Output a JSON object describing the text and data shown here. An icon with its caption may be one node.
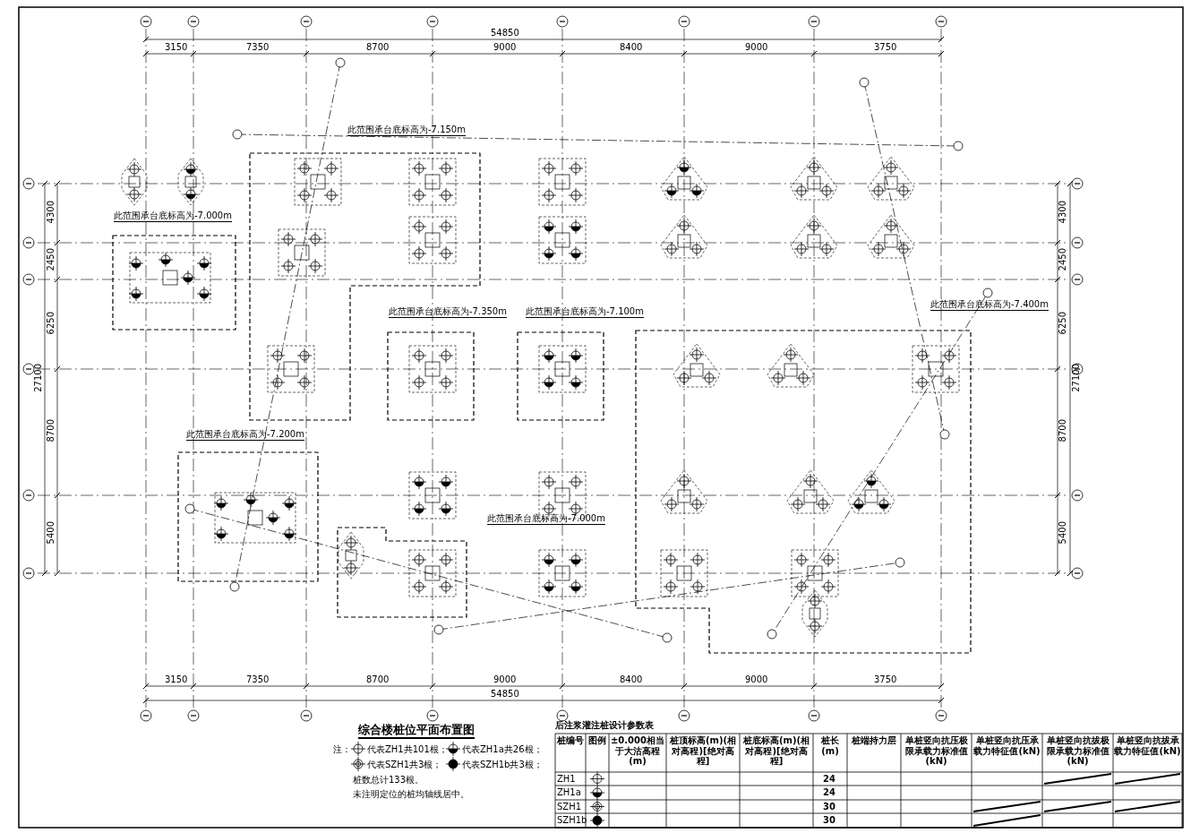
{
  "diagram": {
    "title": "综合楼桩位平面布置图",
    "nodes": [
      {
        "text": [
          "此范围承台底标高为-7.150m"
        ]
      },
      {
        "text": [
          "此范围承台底标高为-7.000m"
        ]
      },
      {
        "text": [
          "此范围承台底标高为-7.350m"
        ]
      },
      {
        "text": [
          "此范围承台底标高为-7.100m"
        ]
      },
      {
        "text": [
          "此范围承台底标高为-7.400m"
        ]
      },
      {
        "text": [
          "此范围承台底标高为-7.200m"
        ]
      },
      {
        "text": [
          "此范围承台底标高为-7.000m"
        ]
      }
    ],
    "labels": [
      "54850",
      "3150",
      "7350",
      "8700",
      "9000",
      "8400",
      "9000",
      "3750",
      "4300",
      "2450",
      "6250",
      "27100",
      "8700",
      "5400",
      "4300",
      "2450",
      "6250",
      "27100",
      "8700",
      "5400",
      "3150",
      "7350",
      "8700",
      "9000",
      "8400",
      "9000",
      "3750",
      "54850",
      "注：",
      "桩数总计133根。",
      "未注明定位的桩均轴线居中。",
      "后注浆灌注桩设计参数表",
      "桩编号",
      "图例",
      "±0.000相当于大沽高程(m)",
      "桩顶标高(m)(相对高程)[绝对高程]",
      "桩底标高(m)(相对高程)[绝对高程]",
      "桩长(m)",
      "桩端持力层",
      "单桩竖向抗压极限承载力标准值(kN)",
      "单桩竖向抗压承载力特征值(kN)",
      "单桩竖向抗拔极限承载力标准值(kN)",
      "单桩竖向抗拔承载力特征值(kN)",
      "ZH1",
      "24",
      "ZH1a",
      "24",
      "SZH1",
      "30",
      "SZH1b",
      "30"
    ],
    "legend": [
      {
        "text": "代表ZH1共101根；"
      },
      {
        "text": "代表ZH1a共26根；"
      },
      {
        "text": "代表SZH1共3根；"
      },
      {
        "text": "代表SZH1b共3根；"
      }
    ]
  }
}
